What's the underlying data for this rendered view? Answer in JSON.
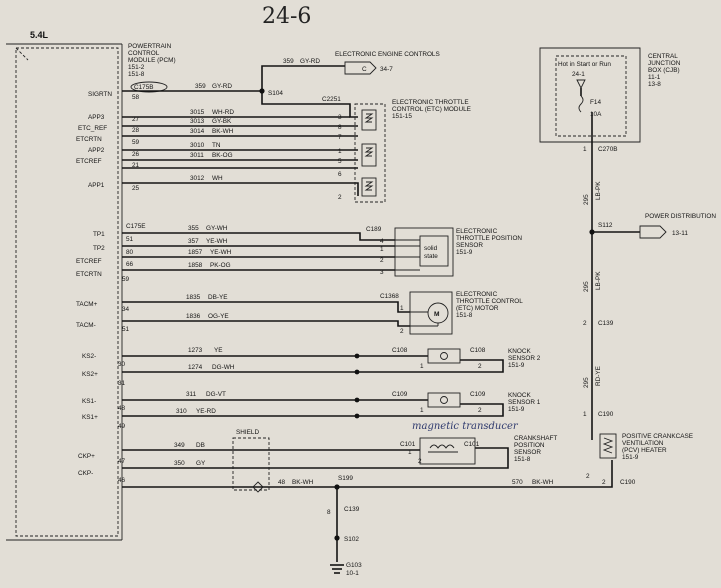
{
  "header": {
    "handwritten_page": "24-6",
    "engine": "5.4L"
  },
  "pcm": {
    "lines": [
      "POWERTRAIN",
      "CONTROL",
      "MODULE (PCM)",
      "151-2",
      "151-8"
    ]
  },
  "left_pins": [
    {
      "sig": "SIGRTN",
      "pin": "58",
      "conn": "C175B"
    },
    {
      "sig": "APP3",
      "pin": "27"
    },
    {
      "sig": "ETC_REF",
      "pin": "28"
    },
    {
      "sig": "ETCRTN",
      "pin": "59"
    },
    {
      "sig": "APP2",
      "pin": "26"
    },
    {
      "sig": "ETCREF",
      "pin": "21"
    },
    {
      "sig": "APP1",
      "pin": "25"
    },
    {
      "sig": "TP1",
      "pin": "51",
      "conn": "C175E"
    },
    {
      "sig": "TP2",
      "pin": "80"
    },
    {
      "sig": "ETCREF",
      "pin": "66"
    },
    {
      "sig": "ETCRTN",
      "pin": "59"
    },
    {
      "sig": "TACM+",
      "pin": "34"
    },
    {
      "sig": "TACM-",
      "pin": "51"
    },
    {
      "sig": "KS2-",
      "pin": "30"
    },
    {
      "sig": "KS2+",
      "pin": "31"
    },
    {
      "sig": "KS1-",
      "pin": "48"
    },
    {
      "sig": "KS1+",
      "pin": "49"
    },
    {
      "sig": "CKP+",
      "pin": "47"
    },
    {
      "sig": "CKP-",
      "pin": "46"
    }
  ],
  "circuits": [
    {
      "num": "359",
      "color": "GY-RD"
    },
    {
      "num": "3015",
      "color": "WH-RD"
    },
    {
      "num": "3013",
      "color": "GY-BK"
    },
    {
      "num": "3014",
      "color": "BK-WH"
    },
    {
      "num": "3010",
      "color": "TN"
    },
    {
      "num": "3011",
      "color": "BK-OG"
    },
    {
      "num": "3012",
      "color": "WH"
    },
    {
      "num": "355",
      "color": "GY-WH"
    },
    {
      "num": "357",
      "color": "YE-WH"
    },
    {
      "num": "1857",
      "color": "YE-WH"
    },
    {
      "num": "1858",
      "color": "PK-OG"
    },
    {
      "num": "1835",
      "color": "DB-YE"
    },
    {
      "num": "1836",
      "color": "OG-YE"
    },
    {
      "num": "1273",
      "color": "YE"
    },
    {
      "num": "1274",
      "color": "DG-WH"
    },
    {
      "num": "311",
      "color": "DG-VT"
    },
    {
      "num": "310",
      "color": "YE-RD"
    },
    {
      "num": "349",
      "color": "DB"
    },
    {
      "num": "350",
      "color": "GY"
    },
    {
      "num": "48",
      "color": "BK-WH"
    },
    {
      "num": "570",
      "color": "BK-WH"
    },
    {
      "num": "8",
      "color": ""
    }
  ],
  "splices": {
    "s104": "S104",
    "s199": "S199",
    "s102": "S102",
    "s112": "S112"
  },
  "components": {
    "eec": {
      "label": "ELECTRONIC ENGINE CONTROLS",
      "conn": "C",
      "ref": "34-7"
    },
    "etc_module": {
      "conn": "C2251",
      "lines": [
        "ELECTRONIC THROTTLE",
        "CONTROL (ETC) MODULE",
        "151-15"
      ],
      "pins": [
        "3",
        "8",
        "7",
        "1",
        "5",
        "6",
        "2"
      ]
    },
    "tps": {
      "conn": "C189",
      "lines": [
        "ELECTRONIC",
        "THROTTLE POSITION",
        "SENSOR",
        "151-9"
      ],
      "pins": [
        "4",
        "1",
        "2",
        "3"
      ],
      "inner": [
        "solid",
        "state"
      ]
    },
    "etc_motor": {
      "conn": "C1368",
      "lines": [
        "ELECTRONIC",
        "THROTTLE CONTROL",
        "(ETC) MOTOR",
        "151-8"
      ],
      "pins": [
        "1",
        "2"
      ],
      "inner": "M"
    },
    "ks2": {
      "conn_a": "C108",
      "conn_b": "C108",
      "lines": [
        "KNOCK",
        "SENSOR 2",
        "151-9"
      ],
      "pins": [
        "1",
        "2"
      ]
    },
    "ks1": {
      "conn_a": "C109",
      "conn_b": "C109",
      "lines": [
        "KNOCK",
        "SENSOR 1",
        "151-9"
      ],
      "pins": [
        "1",
        "2"
      ]
    },
    "ckp": {
      "conn_a": "C101",
      "conn_b": "C101",
      "lines": [
        "CRANKSHAFT",
        "POSITION",
        "SENSOR",
        "151-8"
      ],
      "pins": [
        "1",
        "2"
      ],
      "handwritten": "magnetic transducer"
    },
    "shield": "SHIELD",
    "cjb": {
      "lines": [
        "CENTRAL",
        "JUNCTION",
        "BOX (CJB)",
        "11-1",
        "13-8"
      ],
      "hot": "Hot in Start or Run",
      "bus": "24-1",
      "fuse": "F14",
      "amps": "10A"
    },
    "power": {
      "label": "POWER DISTRIBUTION",
      "ref": "13-11"
    },
    "pcv": {
      "lines": [
        "POSITIVE CRANKCASE",
        "VENTILATION",
        "(PCV) HEATER",
        "151-9"
      ]
    },
    "ground": {
      "id": "G103",
      "ref": "10-1"
    }
  },
  "right_circuit": {
    "c270b": "C270B",
    "c139": "C139",
    "c190": "C190",
    "w1": {
      "num": "295",
      "color": "LB-PK"
    },
    "w2": {
      "num": "295",
      "color": "LB-PK"
    },
    "w3": {
      "num": "295",
      "color": "RD-YE"
    },
    "pins": {
      "p1": "1",
      "p2": "2",
      "p3": "1",
      "p4": "2",
      "p5": "2"
    }
  },
  "misc": {
    "c139_l": "C139",
    "c190_l": "C190"
  }
}
